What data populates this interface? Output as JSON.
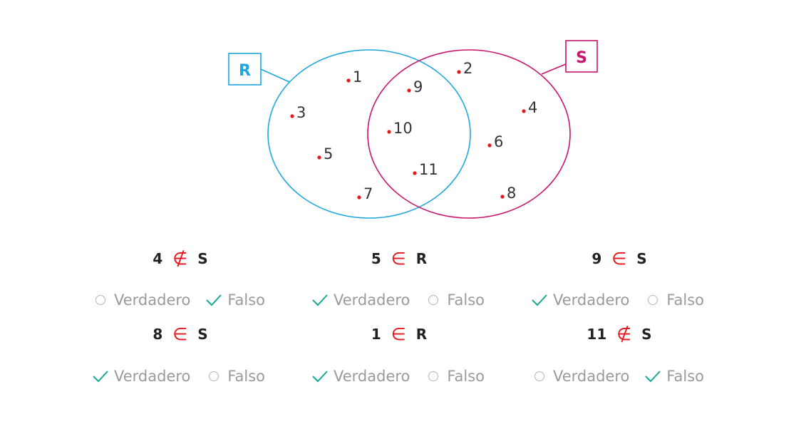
{
  "diagram": {
    "set_r_label": "R",
    "set_s_label": "S",
    "elements": [
      {
        "label": "1"
      },
      {
        "label": "2"
      },
      {
        "label": "3"
      },
      {
        "label": "4"
      },
      {
        "label": "5"
      },
      {
        "label": "6"
      },
      {
        "label": "7"
      },
      {
        "label": "8"
      },
      {
        "label": "9"
      },
      {
        "label": "10"
      },
      {
        "label": "11"
      }
    ],
    "colors": {
      "set_r": "#1ea7de",
      "set_s": "#c7146c",
      "dot": "#e8151b",
      "check": "#1aa890"
    }
  },
  "questions": [
    {
      "element": "4",
      "symbol": "∉",
      "set": "S",
      "selected": "Falso"
    },
    {
      "element": "5",
      "symbol": "∈",
      "set": "R",
      "selected": "Verdadero"
    },
    {
      "element": "9",
      "symbol": "∈",
      "set": "S",
      "selected": "Verdadero"
    },
    {
      "element": "8",
      "symbol": "∈",
      "set": "S",
      "selected": "Verdadero"
    },
    {
      "element": "1",
      "symbol": "∈",
      "set": "R",
      "selected": "Verdadero"
    },
    {
      "element": "11",
      "symbol": "∉",
      "set": "S",
      "selected": "Falso"
    }
  ],
  "option_labels": {
    "true": "Verdadero",
    "false": "Falso"
  }
}
